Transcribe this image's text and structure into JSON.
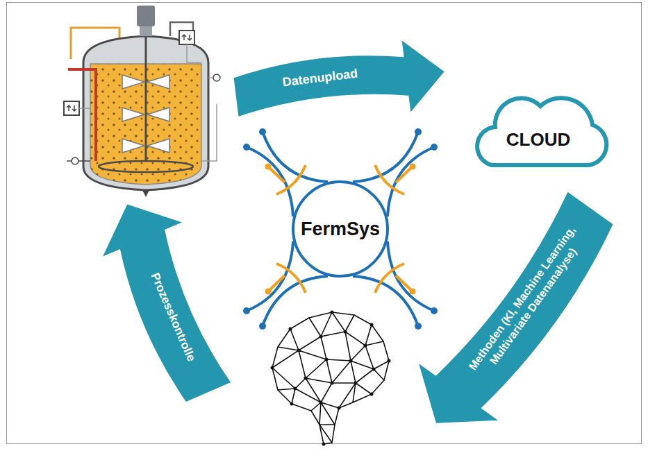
{
  "diagram": {
    "nodes": [
      {
        "text": [
          "Datenupload"
        ]
      },
      {
        "text": [
          "CLOUD"
        ]
      },
      {
        "text": [
          "FermSys"
        ]
      },
      {
        "text": [
          "Methoden (KI, Machine Learning, Multivariate Datenanalyse)"
        ]
      },
      {
        "text": [
          "Prozesskontrolle"
        ]
      }
    ]
  }
}
